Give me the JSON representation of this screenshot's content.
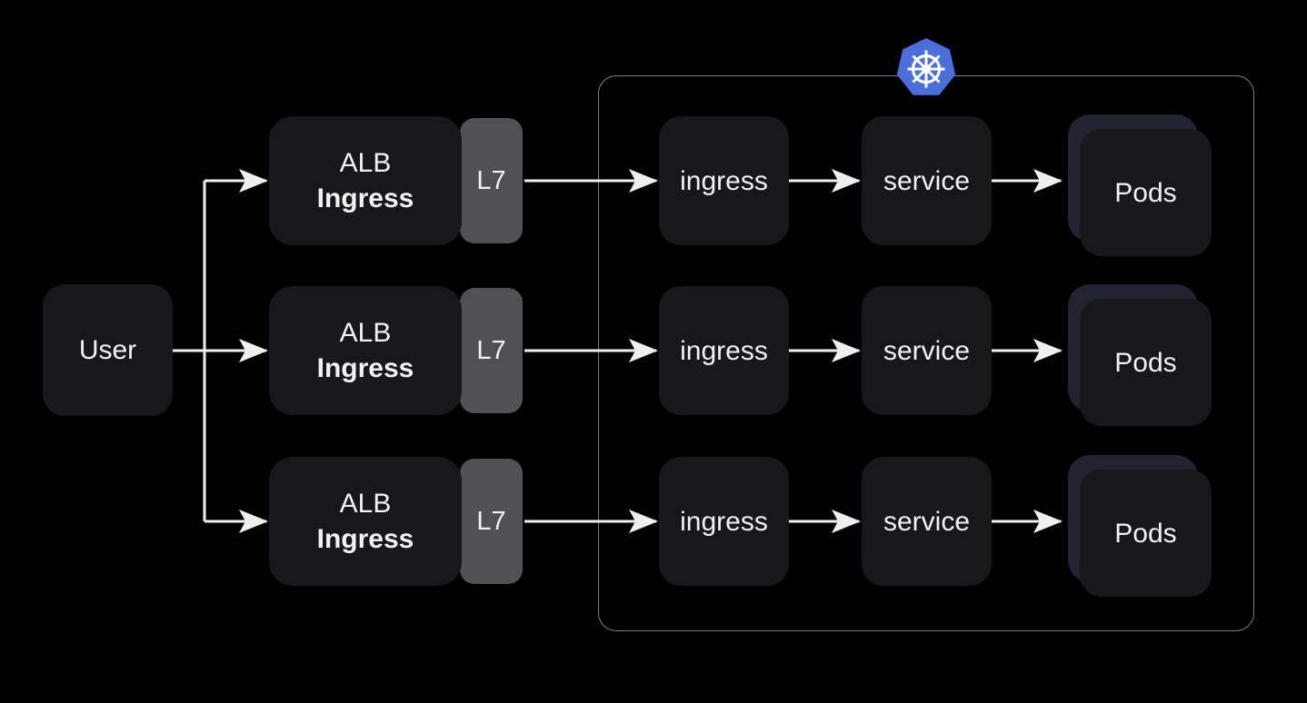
{
  "colors": {
    "background": "#000000",
    "node_fill": "#17171c",
    "pods_back_fill": "#232230",
    "l7_fill": "#515155",
    "arrow": "#efefef",
    "cluster_border": "#7f7f7f",
    "kubernetes_blue": "#4a6edb",
    "text": "#f2f2f2"
  },
  "user": {
    "label": "User"
  },
  "alb_rows": [
    {
      "line1": "ALB",
      "line2": "Ingress",
      "badge": "L7"
    },
    {
      "line1": "ALB",
      "line2": "Ingress",
      "badge": "L7"
    },
    {
      "line1": "ALB",
      "line2": "Ingress",
      "badge": "L7"
    }
  ],
  "cluster": {
    "icon": "kubernetes-logo",
    "rows": [
      {
        "ingress": "ingress",
        "service": "service",
        "pods": "Pods"
      },
      {
        "ingress": "ingress",
        "service": "service",
        "pods": "Pods"
      },
      {
        "ingress": "ingress",
        "service": "service",
        "pods": "Pods"
      }
    ]
  }
}
